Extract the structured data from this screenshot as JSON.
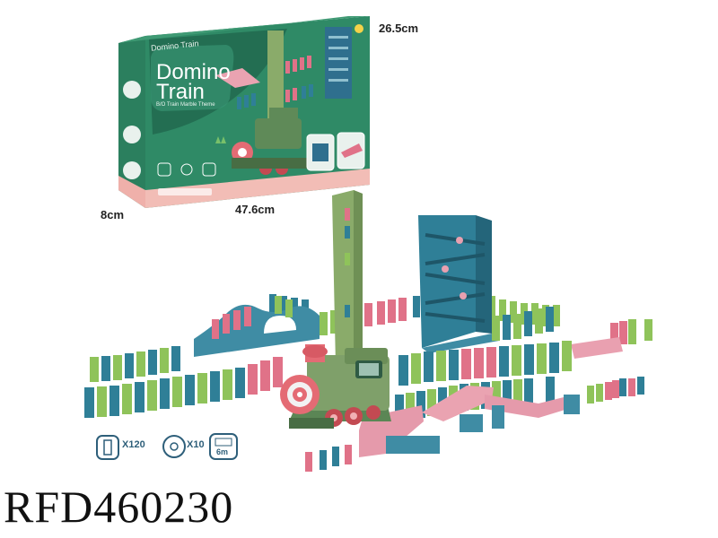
{
  "box": {
    "spine_title": "Domino Train",
    "title_line1": "Domino",
    "title_line2": "Train",
    "subtitle": "B/O Train Marble Theme"
  },
  "dimensions": {
    "height": "26.5cm",
    "depth": "8cm",
    "width": "47.6cm"
  },
  "badges": [
    {
      "value": "X120",
      "icon": "domino-block-icon"
    },
    {
      "value": "X10",
      "icon": "gear-flower-icon"
    },
    {
      "value": "6m",
      "icon": "length-icon"
    }
  ],
  "product_code": "RFD460230",
  "colors": {
    "box_green": "#2f8a66",
    "box_dark": "#236e52",
    "box_pink": "#f2b9b3",
    "domino_green": "#8fc35a",
    "domino_blue": "#2f7f97",
    "domino_pink": "#e07288",
    "train_green": "#7fa06a",
    "tower_green": "#8aab6a"
  }
}
